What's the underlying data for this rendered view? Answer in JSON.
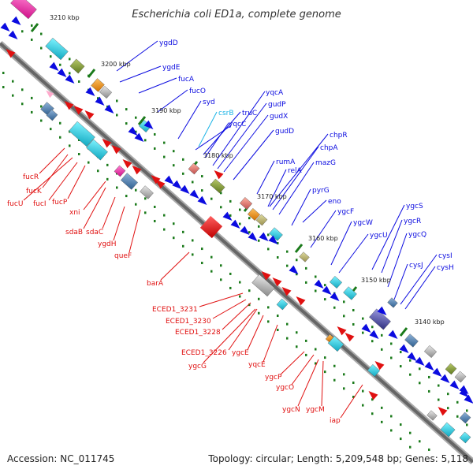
{
  "title": "Escherichia coli ED1a, complete genome",
  "footer": {
    "accession": "Accession: NC_011745",
    "summary": "Topology: circular; Length: 5,209,548 bp; Genes: 5,118"
  },
  "colors": {
    "forward": "#0b0be0",
    "reverse": "#e01010",
    "special": "#19b3e6",
    "backbone": "#777777",
    "tick": "#1a7a1a"
  },
  "kbp_labels": [
    "3210 kbp",
    "3200 kbp",
    "3190 kbp",
    "3180 kbp",
    "3170 kbp",
    "3160 kbp",
    "3150 kbp",
    "3140 kbp"
  ],
  "forward_genes": [
    "ygdD",
    "ygdE",
    "fucA",
    "fucO",
    "syd",
    "csrB",
    "truC",
    "yqcC",
    "yqcA",
    "gudP",
    "gudX",
    "gudD",
    "chpR",
    "chpA",
    "rumA",
    "relA",
    "mazG",
    "pyrG",
    "eno",
    "ygcF",
    "ygcW",
    "ygcU",
    "ygcS",
    "ygcR",
    "ygcQ",
    "cysJ",
    "cysI",
    "cysH"
  ],
  "reverse_genes": [
    "fucR",
    "fucK",
    "fucU",
    "fucI",
    "fucP",
    "xni",
    "sdaB",
    "sdaC",
    "ygdH",
    "queF",
    "barA",
    "ECED1_3231",
    "ECED1_3230",
    "ECED1_3228",
    "ECED1_3226",
    "ygcG",
    "ygcE",
    "yqcE",
    "ygcP",
    "ygcO",
    "ygcN",
    "ygcM",
    "iap"
  ]
}
